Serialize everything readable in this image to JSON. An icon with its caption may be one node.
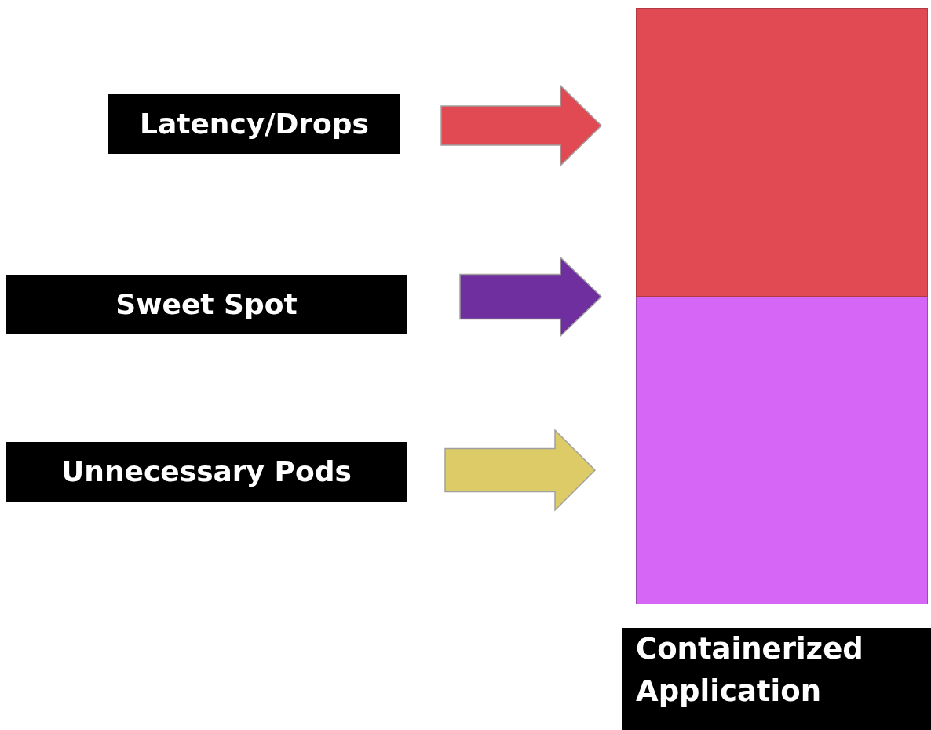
{
  "diagram": {
    "nodes": [
      {
        "text": [
          "Latency/Drops"
        ]
      },
      {
        "text": [
          "Sweet Spot"
        ]
      },
      {
        "text": [
          "Unnecessary Pods"
        ]
      },
      {
        "text": [],
        "shape": "box"
      },
      {
        "text": [],
        "shape": "box"
      },
      {
        "text": [
          "Containerized Application"
        ]
      }
    ],
    "edges": [
      {
        "from": 0,
        "to": 3,
        "arrow": "to",
        "style": "thick",
        "color": "#e24a53"
      },
      {
        "from": 1,
        "to": 3,
        "arrow": "to",
        "style": "thick",
        "color": "#6f2f9e"
      },
      {
        "from": 2,
        "to": 4,
        "arrow": "to",
        "style": "thick",
        "color": "#dccb66"
      }
    ]
  }
}
